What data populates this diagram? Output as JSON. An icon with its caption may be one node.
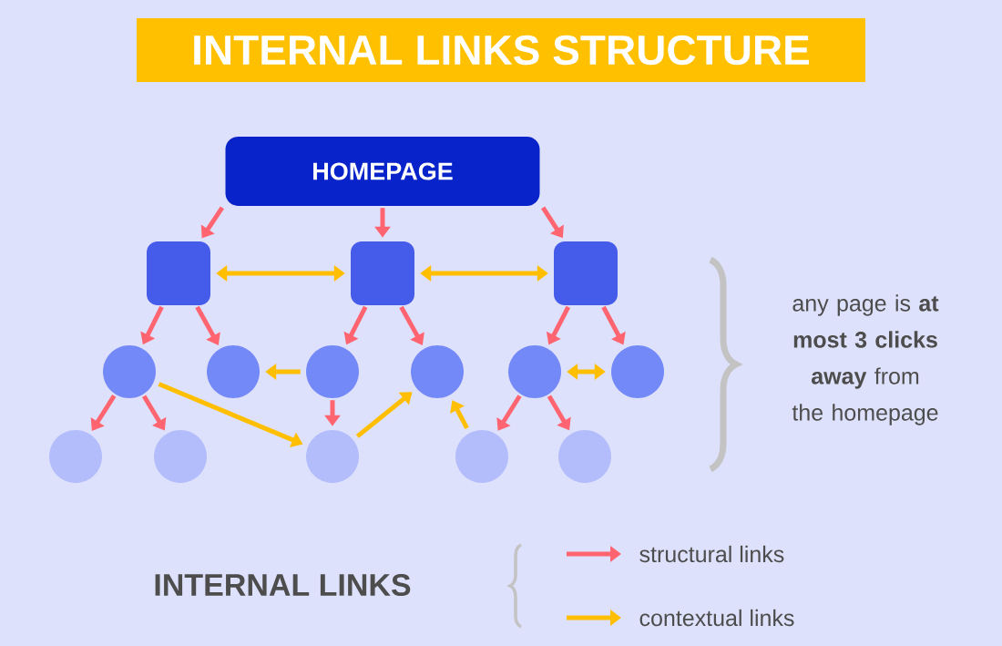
{
  "diagram": {
    "title": "INTERNAL LINKS STRUCTURE",
    "nodes": [
      {
        "text": [
          "HOMEPAGE"
        ]
      },
      {
        "text": [],
        "shape": "box"
      },
      {
        "text": [],
        "shape": "box"
      },
      {
        "text": [],
        "shape": "box"
      },
      {
        "text": [],
        "shape": "circle"
      },
      {
        "text": [],
        "shape": "circle"
      },
      {
        "text": [],
        "shape": "circle"
      },
      {
        "text": [],
        "shape": "circle"
      },
      {
        "text": [],
        "shape": "circle"
      },
      {
        "text": [],
        "shape": "circle"
      },
      {
        "text": [],
        "shape": "circle"
      },
      {
        "text": [],
        "shape": "circle"
      },
      {
        "text": [],
        "shape": "circle"
      },
      {
        "text": [],
        "shape": "circle"
      },
      {
        "text": [],
        "shape": "circle"
      }
    ],
    "edges": [
      {
        "from": 0,
        "to": 1,
        "arrow": "to"
      },
      {
        "from": 0,
        "to": 2,
        "arrow": "to"
      },
      {
        "from": 0,
        "to": 3,
        "arrow": "to"
      },
      {
        "from": 1,
        "to": 2,
        "arrow": "both",
        "color": "#ffbf00"
      },
      {
        "from": 2,
        "to": 3,
        "arrow": "both",
        "color": "#ffbf00"
      },
      {
        "from": 1,
        "to": 4,
        "arrow": "to"
      },
      {
        "from": 1,
        "to": 5,
        "arrow": "to"
      },
      {
        "from": 2,
        "to": 6,
        "arrow": "to"
      },
      {
        "from": 2,
        "to": 7,
        "arrow": "to"
      },
      {
        "from": 3,
        "to": 8,
        "arrow": "to"
      },
      {
        "from": 3,
        "to": 9,
        "arrow": "to"
      },
      {
        "from": 6,
        "to": 5,
        "arrow": "to",
        "color": "#ffbf00"
      },
      {
        "from": 8,
        "to": 9,
        "arrow": "both",
        "color": "#ffbf00"
      },
      {
        "from": 4,
        "to": 10,
        "arrow": "to"
      },
      {
        "from": 4,
        "to": 11,
        "arrow": "to"
      },
      {
        "from": 6,
        "to": 12,
        "arrow": "to"
      },
      {
        "from": 8,
        "to": 13,
        "arrow": "to"
      },
      {
        "from": 8,
        "to": 14,
        "arrow": "to"
      },
      {
        "from": 4,
        "to": 12,
        "arrow": "to",
        "color": "#ffbf00"
      },
      {
        "from": 12,
        "to": 7,
        "arrow": "to",
        "color": "#ffbf00"
      },
      {
        "from": 13,
        "to": 7,
        "arrow": "to",
        "color": "#ffbf00"
      }
    ],
    "labels": [
      "any page is **at most 3 clicks away** from the homepage",
      "INTERNAL LINKS"
    ],
    "legend": [
      {
        "text": "structural links"
      },
      {
        "text": "contextual links"
      }
    ]
  }
}
